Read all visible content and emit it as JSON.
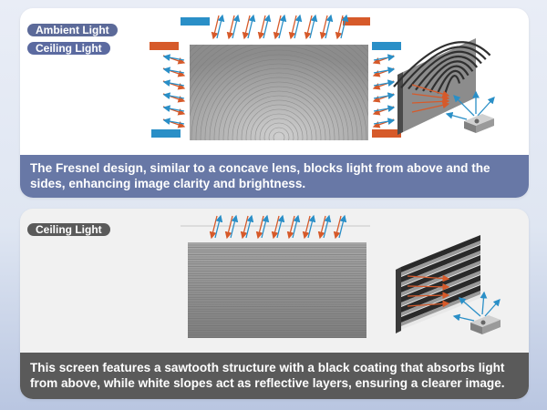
{
  "colors": {
    "top_caption_bg": "#6878a6",
    "bottom_caption_bg": "#5a5a5a",
    "ambient_pill_bg": "#5c6a99",
    "ceiling_pill_bg": "#5b6aa0",
    "ceiling_pill_bottom_bg": "#5a5a5a",
    "ambient_arrow": "#d65a2a",
    "reflected_arrow": "#2a8fc7"
  },
  "top_panel": {
    "legend": {
      "ambient_light": "Ambient Light",
      "ceiling_light": "Ceiling Light"
    },
    "caption": "The Fresnel design, similar to a concave lens, blocks light from above and the sides, enhancing image clarity and brightness."
  },
  "bottom_panel": {
    "legend": {
      "ceiling_light": "Ceiling Light"
    },
    "caption": "This screen features a sawtooth structure with a black coating that absorbs light from above, while white slopes act as reflective layers, ensuring a clearer image."
  },
  "icons": {
    "ambient_source": "orange-bar-icon",
    "ceiling_source": "blue-bar-icon",
    "projector": "projector-icon"
  }
}
